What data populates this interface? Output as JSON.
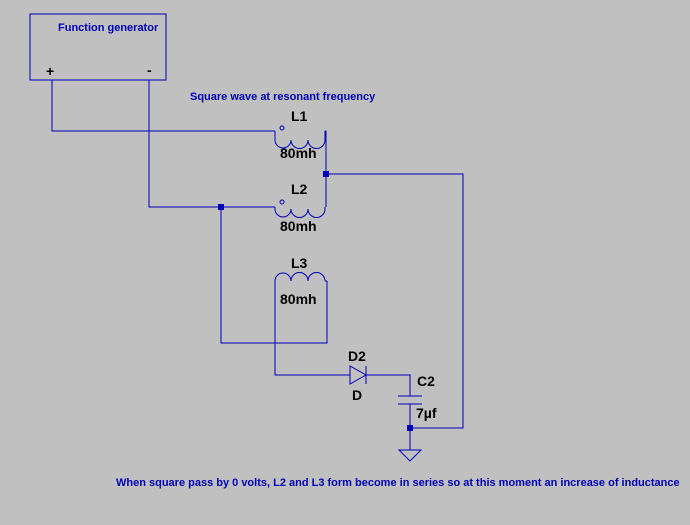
{
  "function_generator": {
    "title": "Function generator",
    "plus": "+",
    "minus": "-"
  },
  "note_top": "Square wave at resonant frequency",
  "inductors": [
    {
      "name": "L1",
      "value": "80mh"
    },
    {
      "name": "L2",
      "value": "80mh"
    },
    {
      "name": "L3",
      "value": "80mh"
    }
  ],
  "diode": {
    "name": "D2",
    "model": "D"
  },
  "capacitor": {
    "name": "C2",
    "value": "7µf"
  },
  "note_bottom": "When square pass by 0 volts, L2 and L3 form become in series so at this moment an increase of inductance",
  "colors": {
    "wire": "#0000b8",
    "component": "#0000b8",
    "background": "#c0c0c0",
    "label": "#000000"
  }
}
